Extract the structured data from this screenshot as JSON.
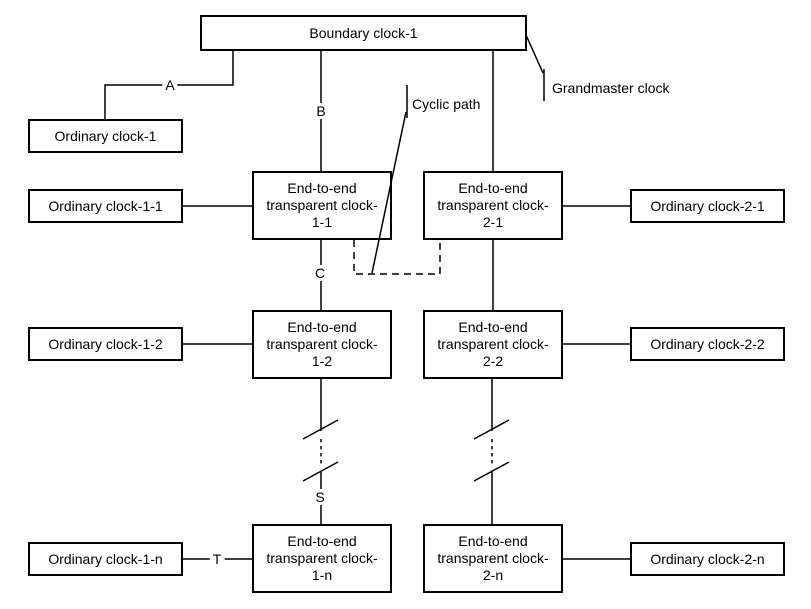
{
  "nodes": {
    "boundary_clock_1": "Boundary clock-1",
    "ordinary_clock_1": "Ordinary clock-1",
    "ordinary_clock_1_1": "Ordinary clock-1-1",
    "ordinary_clock_1_2": "Ordinary clock-1-2",
    "ordinary_clock_1_n": "Ordinary clock-1-n",
    "ordinary_clock_2_1": "Ordinary clock-2-1",
    "ordinary_clock_2_2": "Ordinary clock-2-2",
    "ordinary_clock_2_n": "Ordinary clock-2-n",
    "transparent_clock_1_1": "End-to-end\ntransparent clock-\n1-1",
    "transparent_clock_1_2": "End-to-end\ntransparent clock-\n1-2",
    "transparent_clock_1_n": "End-to-end\ntransparent clock-\n1-n",
    "transparent_clock_2_1": "End-to-end\ntransparent clock-\n2-1",
    "transparent_clock_2_2": "End-to-end\ntransparent clock-\n2-2",
    "transparent_clock_2_n": "End-to-end\ntransparent clock-\n2-n"
  },
  "annotations": {
    "grandmaster": "Grandmaster clock",
    "cyclic_path": "Cyclic path",
    "link_a": "A",
    "link_b": "B",
    "link_c": "C",
    "link_s": "S",
    "link_t": "T"
  },
  "colors": {
    "line": "#000000",
    "background": "#ffffff",
    "text": "#000000"
  }
}
